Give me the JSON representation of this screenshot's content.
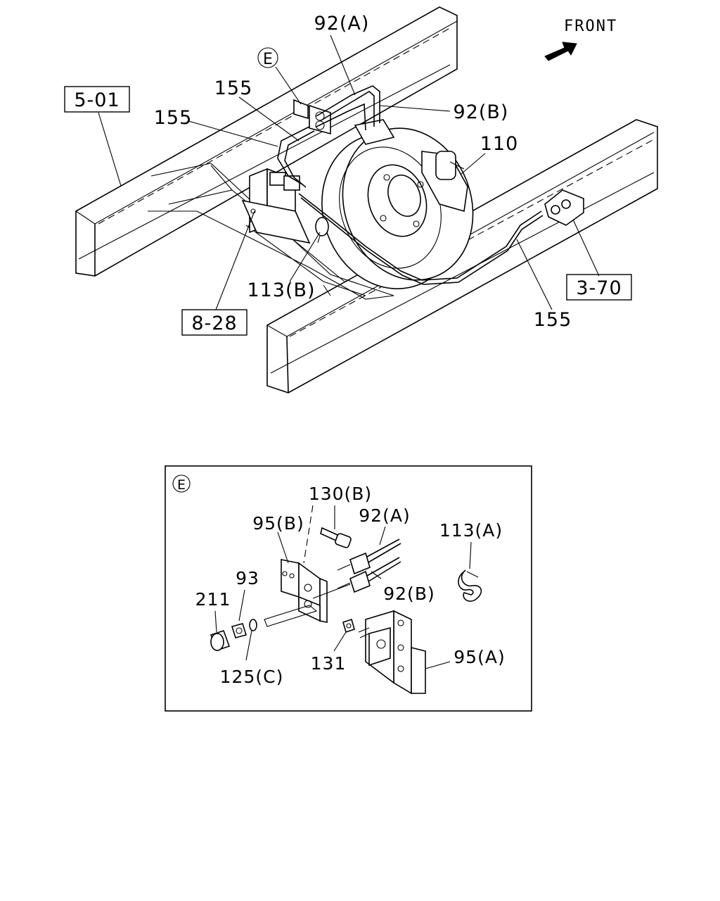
{
  "front_label": "FRONT",
  "ref_boxes": {
    "r501": "5-01",
    "r828": "8-28",
    "r370": "3-70"
  },
  "callouts": {
    "c92a": "92(A)",
    "c92b": "92(B)",
    "c155a": "155",
    "c155b": "155",
    "c155c": "155",
    "c110": "110",
    "c113b": "113(B)",
    "e_marker": "E"
  },
  "detail": {
    "marker": "E",
    "c130b": "130(B)",
    "c95b": "95(B)",
    "c92a": "92(A)",
    "c113a": "113(A)",
    "c93": "93",
    "c211": "211",
    "c92b": "92(B)",
    "c131": "131",
    "c95a": "95(A)",
    "c125c": "125(C)"
  }
}
